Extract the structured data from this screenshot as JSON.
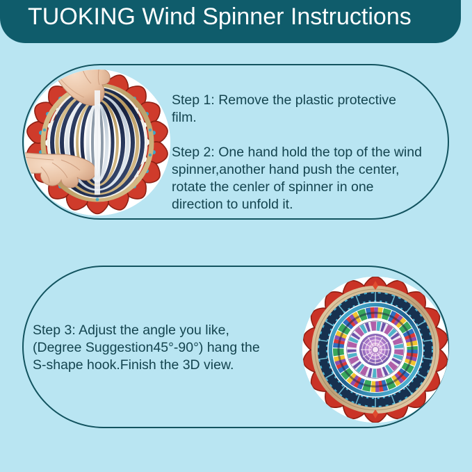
{
  "header": {
    "title": "TUOKING Wind Spinner Instructions",
    "background_color": "#0f5c6b",
    "text_color": "#ffffff"
  },
  "page": {
    "background_color": "#b9e5f2",
    "text_color": "#14444f",
    "outline_color": "#12535f"
  },
  "panels": [
    {
      "id": "panel-1",
      "image_name": "hands-unfolding-wind-spinner-photo",
      "steps": [
        "Step 1: Remove the plastic protective film.",
        "Step 2: One hand hold the top of the wind spinner,another hand push the center, rotate the cenler of spinner in one direction to unfold it."
      ],
      "step_lines": [
        [
          "Step 1: Remove the plastic protective",
          "film."
        ],
        [
          "Step 2: One hand hold the top of the wind",
          "spinner,another hand push the center,",
          "rotate the cenler of spinner in one",
          "direction to unfold it."
        ]
      ]
    },
    {
      "id": "panel-2",
      "image_name": "unfolded-3d-mandala-wind-spinner-photo",
      "steps": [
        "Step 3: Adjust the angle you like, (Degree Suggestion45°-90°) hang the S-shape hook.Finish the 3D view."
      ],
      "step_lines": [
        [
          "Step 3: Adjust the angle you like,",
          "(Degree Suggestion45°-90°) hang the",
          "S-shape hook.Finish the 3D view."
        ]
      ]
    }
  ],
  "spinner_colors": {
    "petal_red": "#cf3b2b",
    "petal_red_dark": "#a42a1e",
    "ring_gold": "#c9ab72",
    "ring_navy": "#1d2a4a",
    "ring_teal": "#3aa6c8",
    "ring_blue": "#2f7fb5",
    "center_pink": "#d878b8",
    "center_purple": "#7b52a8",
    "skin": "#e8c0a4",
    "skin_shadow": "#cf9e80"
  }
}
